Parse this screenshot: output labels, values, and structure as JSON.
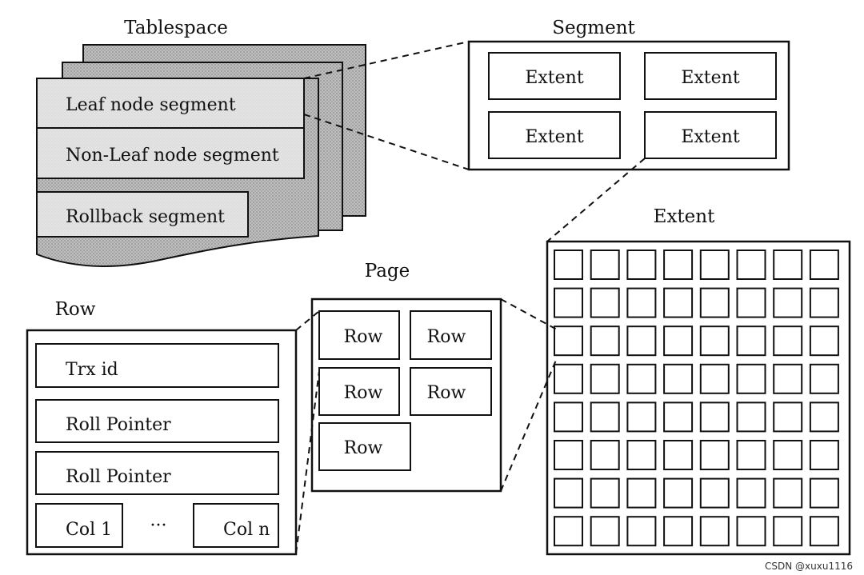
{
  "tablespace": {
    "title": "Tablespace",
    "segments": [
      "Leaf node segment",
      "Non-Leaf node segment",
      "Rollback segment"
    ]
  },
  "segment": {
    "title": "Segment",
    "extents": [
      "Extent",
      "Extent",
      "Extent",
      "Extent"
    ]
  },
  "extent": {
    "title": "Extent",
    "grid_rows": 8,
    "grid_cols": 8
  },
  "page": {
    "title": "Page",
    "rows": [
      "Row",
      "Row",
      "Row",
      "Row",
      "Row"
    ]
  },
  "row": {
    "title": "Row",
    "fields": [
      "Trx id",
      "Roll Pointer",
      "Roll Pointer"
    ],
    "col_first": "Col 1",
    "ellipsis": "···",
    "col_last": "Col n"
  },
  "watermark": "CSDN @xuxu1116"
}
